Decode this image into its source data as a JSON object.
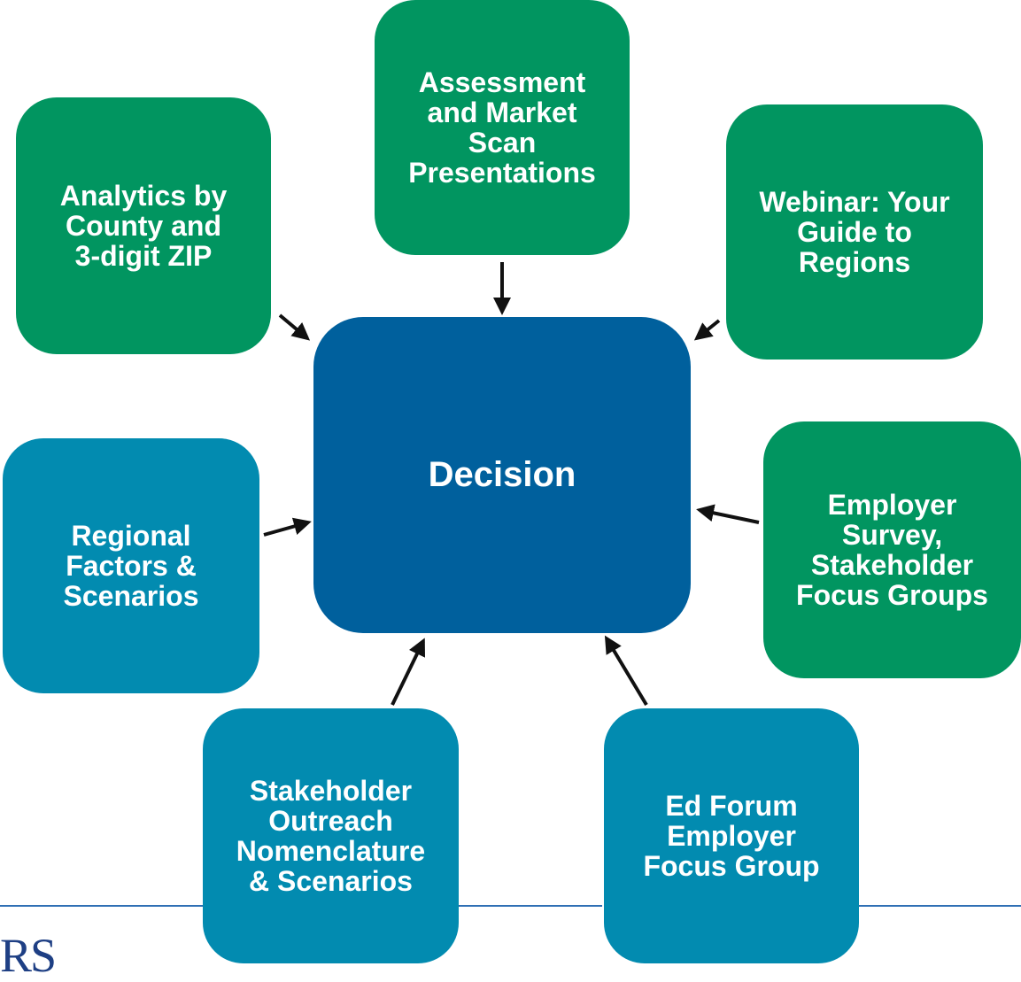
{
  "diagram": {
    "center": {
      "label": "Decision",
      "color": "#00609d"
    },
    "nodes": {
      "analytics": {
        "label": "Analytics by\nCounty and\n3-digit ZIP",
        "color": "#019560"
      },
      "assessment": {
        "label": "Assessment\nand Market\nScan\nPresentations",
        "color": "#019560"
      },
      "webinar": {
        "label": "Webinar: Your\nGuide to\nRegions",
        "color": "#019560"
      },
      "regional": {
        "label": "Regional\nFactors &\nScenarios",
        "color": "#028bb0"
      },
      "employer_survey": {
        "label": "Employer\nSurvey,\nStakeholder\nFocus Groups",
        "color": "#019560"
      },
      "outreach": {
        "label": "Stakeholder\nOutreach\nNomenclature\n&  Scenarios",
        "color": "#028bb0"
      },
      "ed_forum": {
        "label": "Ed Forum\nEmployer\nFocus Group",
        "color": "#028bb0"
      }
    },
    "edges": [
      {
        "from": "analytics",
        "to": "center"
      },
      {
        "from": "assessment",
        "to": "center"
      },
      {
        "from": "webinar",
        "to": "center"
      },
      {
        "from": "regional",
        "to": "center"
      },
      {
        "from": "employer_survey",
        "to": "center"
      },
      {
        "from": "outreach",
        "to": "center"
      },
      {
        "from": "ed_forum",
        "to": "center"
      }
    ]
  },
  "footer": {
    "logo_text": "RS",
    "rule_color": "#2f6fb4"
  }
}
